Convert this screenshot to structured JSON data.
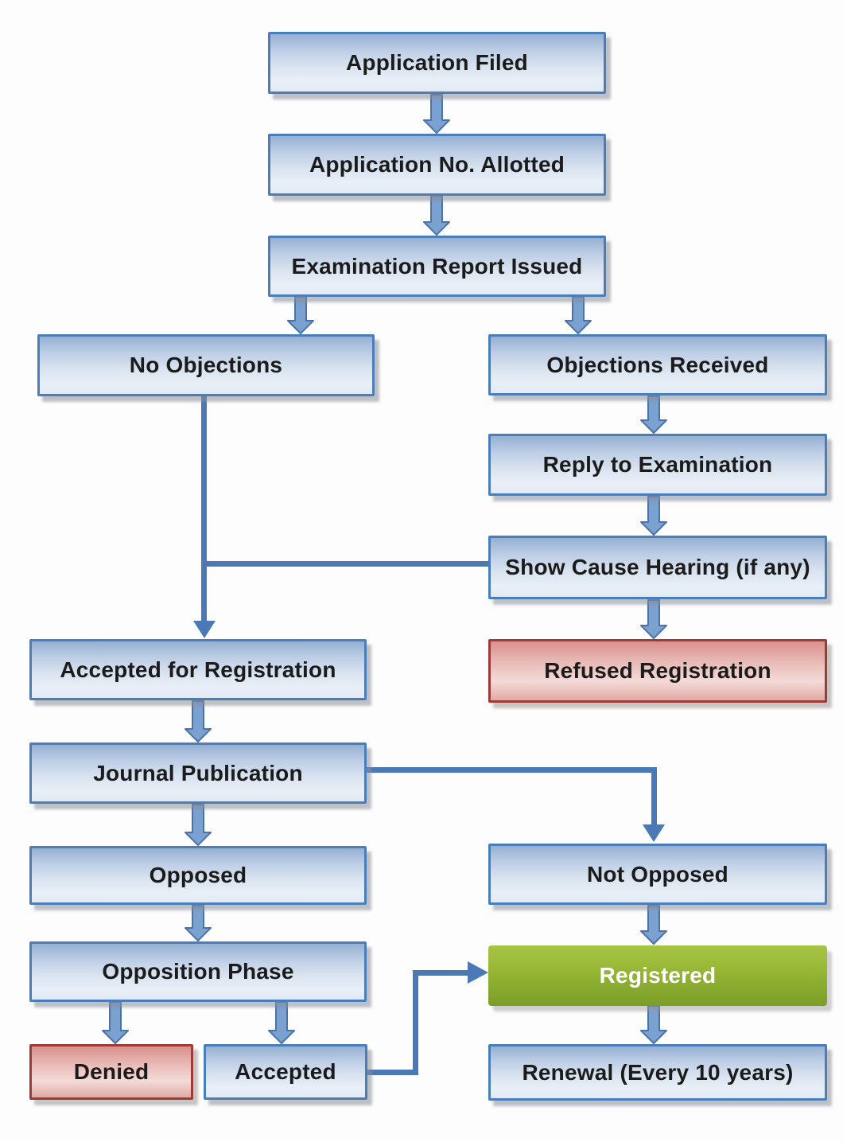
{
  "diagram_type": "flowchart",
  "nodes": {
    "application_filed": "Application Filed",
    "application_no_allotted": "Application No. Allotted",
    "examination_report_issued": "Examination Report Issued",
    "no_objections": "No Objections",
    "objections_received": "Objections Received",
    "reply_to_examination": "Reply to Examination",
    "show_cause_hearing": "Show Cause Hearing (if any)",
    "refused_registration": "Refused Registration",
    "accepted_for_registration": "Accepted for Registration",
    "journal_publication": "Journal Publication",
    "opposed": "Opposed",
    "not_opposed": "Not Opposed",
    "opposition_phase": "Opposition Phase",
    "denied": "Denied",
    "accepted": "Accepted",
    "registered": "Registered",
    "renewal": "Renewal (Every 10 years)"
  },
  "node_styles": {
    "application_filed": "blue",
    "application_no_allotted": "blue",
    "examination_report_issued": "blue",
    "no_objections": "blue",
    "objections_received": "blue",
    "reply_to_examination": "blue",
    "show_cause_hearing": "blue",
    "refused_registration": "red",
    "accepted_for_registration": "blue",
    "journal_publication": "blue",
    "opposed": "blue",
    "not_opposed": "blue",
    "opposition_phase": "blue",
    "denied": "red",
    "accepted": "blue",
    "registered": "green",
    "renewal": "blue"
  },
  "edges": [
    {
      "from": "application_filed",
      "to": "application_no_allotted"
    },
    {
      "from": "application_no_allotted",
      "to": "examination_report_issued"
    },
    {
      "from": "examination_report_issued",
      "to": "no_objections"
    },
    {
      "from": "examination_report_issued",
      "to": "objections_received"
    },
    {
      "from": "objections_received",
      "to": "reply_to_examination"
    },
    {
      "from": "reply_to_examination",
      "to": "show_cause_hearing"
    },
    {
      "from": "show_cause_hearing",
      "to": "refused_registration"
    },
    {
      "from": "show_cause_hearing",
      "to": "accepted_for_registration"
    },
    {
      "from": "no_objections",
      "to": "accepted_for_registration"
    },
    {
      "from": "accepted_for_registration",
      "to": "journal_publication"
    },
    {
      "from": "journal_publication",
      "to": "opposed"
    },
    {
      "from": "journal_publication",
      "to": "not_opposed"
    },
    {
      "from": "opposed",
      "to": "opposition_phase"
    },
    {
      "from": "opposition_phase",
      "to": "denied"
    },
    {
      "from": "opposition_phase",
      "to": "accepted"
    },
    {
      "from": "accepted",
      "to": "registered"
    },
    {
      "from": "not_opposed",
      "to": "registered"
    },
    {
      "from": "registered",
      "to": "renewal"
    }
  ],
  "colors": {
    "blue_node_border": "#4a7ebb",
    "blue_node_fill_top": "#96b0d2",
    "blue_node_fill_bottom": "#e2eaf4",
    "red_node_border": "#9e3a38",
    "red_node_fill_top": "#d9918d",
    "red_node_fill_bottom": "#e0a9a4",
    "green_node_fill_top": "#a8c544",
    "green_node_fill_bottom": "#7b9d28",
    "arrow_blue": "#4a79b6",
    "text_dark": "#1b1b1b",
    "text_light": "#ffffff",
    "background": "#fdfdfd"
  }
}
